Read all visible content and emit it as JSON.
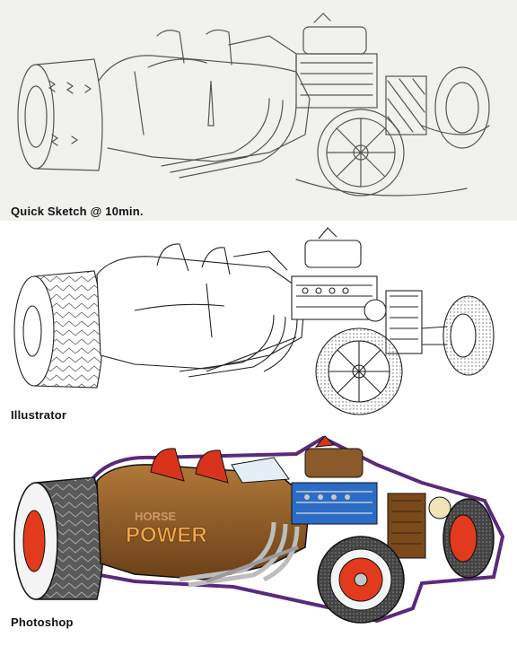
{
  "panels": [
    {
      "id": "sketch",
      "caption": "Quick Sketch @ 10min.",
      "style": "pencil"
    },
    {
      "id": "illustrator",
      "caption": "Illustrator",
      "style": "lineart"
    },
    {
      "id": "photoshop",
      "caption": "Photoshop",
      "style": "color"
    }
  ],
  "art": {
    "body_text": "HORSE POWER",
    "colors": {
      "rust": "#8a5a2a",
      "rust_light": "#b07838",
      "seat_red": "#d8341c",
      "hub_red": "#e23a1c",
      "tire": "#4a4a4a",
      "whitewall": "#f4f4f4",
      "outline_purple": "#5a2a7a",
      "engine_blue": "#2a6cc8",
      "chrome": "#c8c8c8"
    }
  }
}
